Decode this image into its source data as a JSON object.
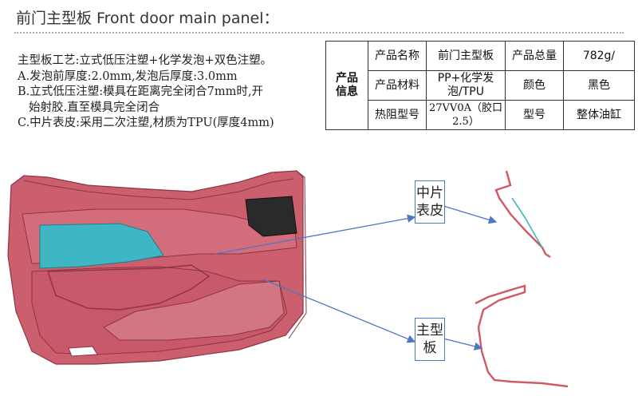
{
  "page": {
    "title": "前门主型板 Front door main panel："
  },
  "description": {
    "lines": [
      "主型板工艺:立式低压注塑+化学发泡+双色注塑。",
      "A.发泡前厚度:2.0mm,发泡后厚度:3.0mm",
      "B.立式低压注塑:模具在距离完全闭合7mm时,开",
      "始射胶.直至模具完全闭合",
      "C.中片表皮:采用二次注塑,材质为TPU(厚度4mm)"
    ]
  },
  "info_table": {
    "group_label_1": "产品",
    "group_label_2": "信息",
    "rows": [
      [
        "产品名称",
        "前门主型板",
        "产品总量",
        "782g/"
      ],
      [
        "产品材料",
        "PP+化学发泡/TPU",
        "颜色",
        "黑色"
      ],
      [
        "热阻型号",
        "27VV0A（胶口2.5）",
        "型号",
        "整体油缸"
      ]
    ]
  },
  "callouts": {
    "middle_skin": "中片表皮",
    "main_panel": "主型板"
  },
  "colors": {
    "panel_fill": "#cc5f6e",
    "panel_dark": "#a8404f",
    "window_fill": "#3fb6c3",
    "speaker_fill": "#2a2a2a",
    "arrow": "#4a78c2",
    "section_line": "#d05a64"
  }
}
